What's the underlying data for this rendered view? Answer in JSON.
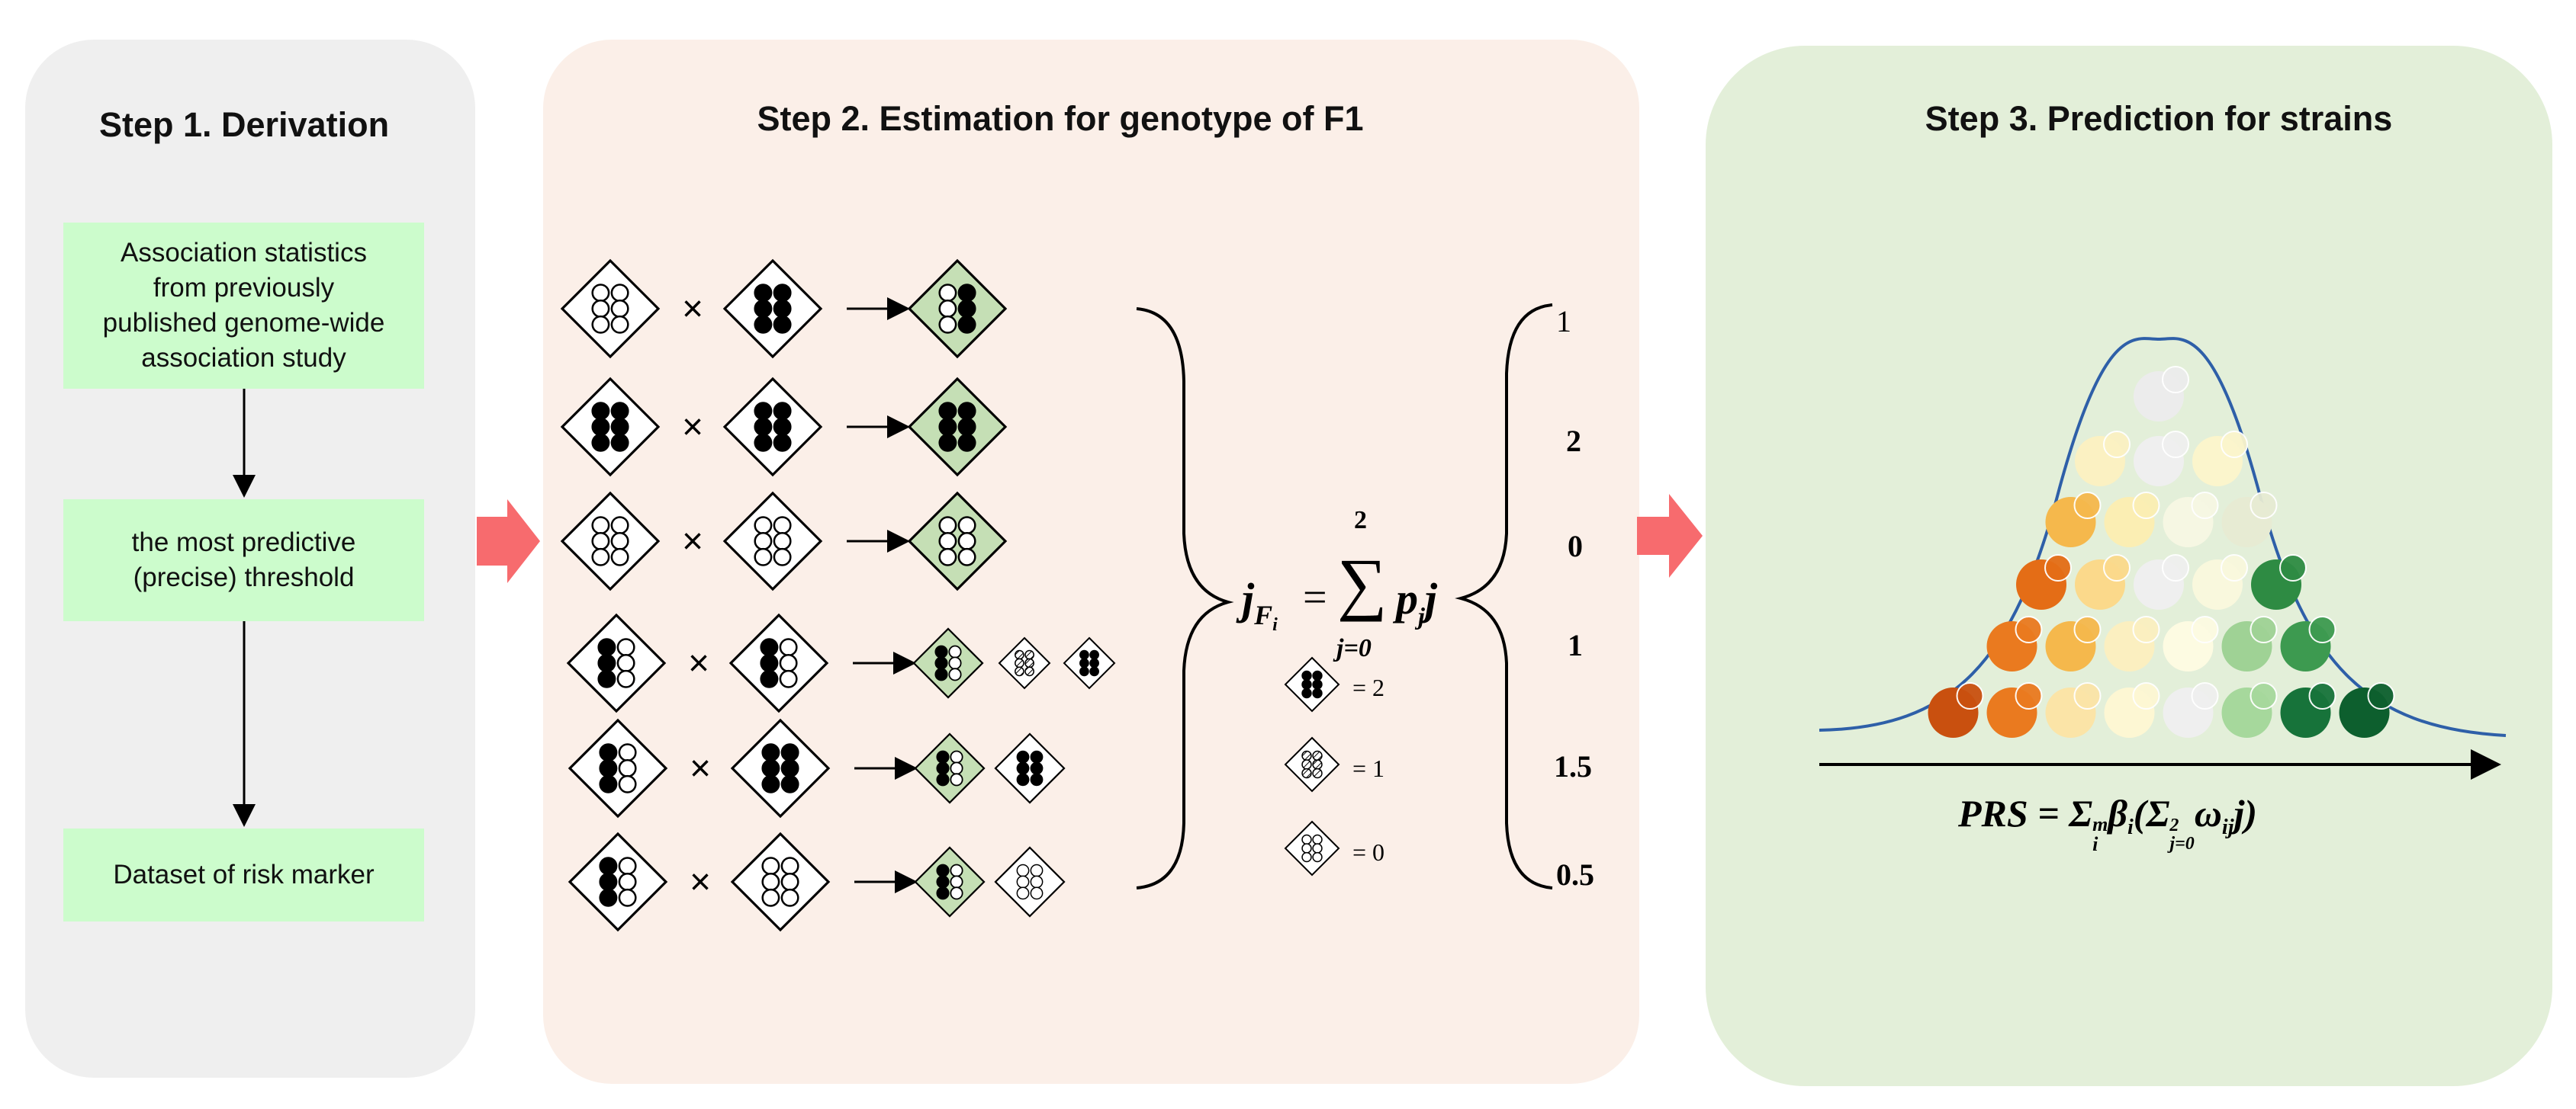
{
  "step1": {
    "title": "Step 1. Derivation",
    "box1_lines": [
      "Association statistics",
      "from previously",
      "published genome-wide",
      "association study"
    ],
    "box2_lines": [
      "the most predictive",
      "(precise) threshold"
    ],
    "box3_lines": [
      "Dataset of risk marker"
    ]
  },
  "step2": {
    "title": "Step 2. Estimation for genotype of F1",
    "cross_symbol": "×",
    "values": [
      "1",
      "2",
      "0",
      "1",
      "1.5",
      "0.5"
    ],
    "legend": [
      "= 2",
      "= 1",
      "= 0"
    ],
    "formula": {
      "lhs": "j",
      "lhs_sub": "F",
      "lhs_subsub": "i",
      "equals": "=",
      "sum_top": "2",
      "sum_bottom": "j=0",
      "sigma": "∑",
      "term": "p",
      "term_sub": "j",
      "term_tail": "j"
    }
  },
  "step3": {
    "title": "Step 3. Prediction for strains",
    "formula": "PRS = Σ",
    "formula_sup": "m",
    "formula_sub": "i",
    "formula_beta": "β",
    "formula_beta_sub": "i",
    "formula_open": "(Σ",
    "formula_sup2": "2",
    "formula_sub2": "j=0",
    "formula_omega": "ω",
    "formula_omega_sub": "ij",
    "formula_tail": "j)"
  },
  "colors": {
    "arrow": "#f76b6e",
    "green_box": "#ccfccc",
    "diamond_fill": "#c5dfb5",
    "curve": "#2e5fa8"
  },
  "strain_colors": {
    "rows": [
      [
        "#ececec"
      ],
      [
        "#fbf1c2",
        "#efefef",
        "#fbf5cc"
      ],
      [
        "#f5b84c",
        "#fbeeb3",
        "#f6f7e3",
        "#e7ebd3"
      ],
      [
        "#e46d16",
        "#fbd98b",
        "#efefef",
        "#f9f8dd",
        "#2e8b43"
      ],
      [
        "#ea7a1f",
        "#f5b84c",
        "#fbefc0",
        "#fdfbe2",
        "#9fd295",
        "#3d9a50"
      ],
      [
        "#c9500f",
        "#ea7a1f",
        "#fbe4a7",
        "#fdf7d3",
        "#efefef",
        "#a6d89c",
        "#17733a",
        "#0d5f2e"
      ]
    ]
  },
  "crosses": [
    {
      "a": "0000",
      "b": "1111",
      "children": [
        "1100"
      ]
    },
    {
      "a": "1111",
      "b": "1111",
      "children": [
        "1111"
      ]
    },
    {
      "a": "0000",
      "b": "0000",
      "children": [
        "0000"
      ]
    },
    {
      "a": "1010",
      "b": "1010",
      "children": [
        "1010",
        "hatched",
        "solidsmall"
      ]
    },
    {
      "a": "1010",
      "b": "1111",
      "children": [
        "1010",
        "solidsmall"
      ]
    },
    {
      "a": "1010",
      "b": "0000",
      "children": [
        "1010",
        "empty"
      ]
    }
  ]
}
